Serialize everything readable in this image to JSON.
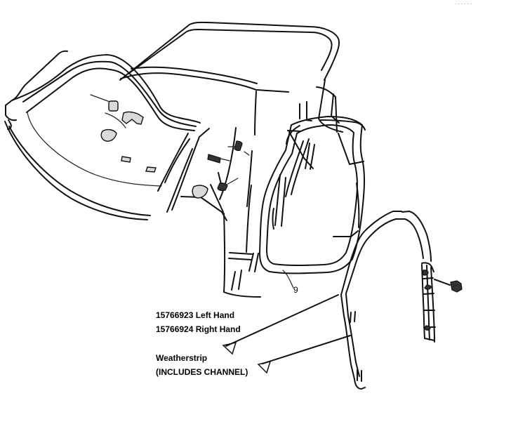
{
  "labels": {
    "part_number_left": "15766923 Left Hand",
    "part_number_right": "15766924 Right Hand",
    "weatherstrip": "Weatherstrip",
    "includes_channel": "(INCLUDES CHANNEL)",
    "callout_number": "9"
  }
}
